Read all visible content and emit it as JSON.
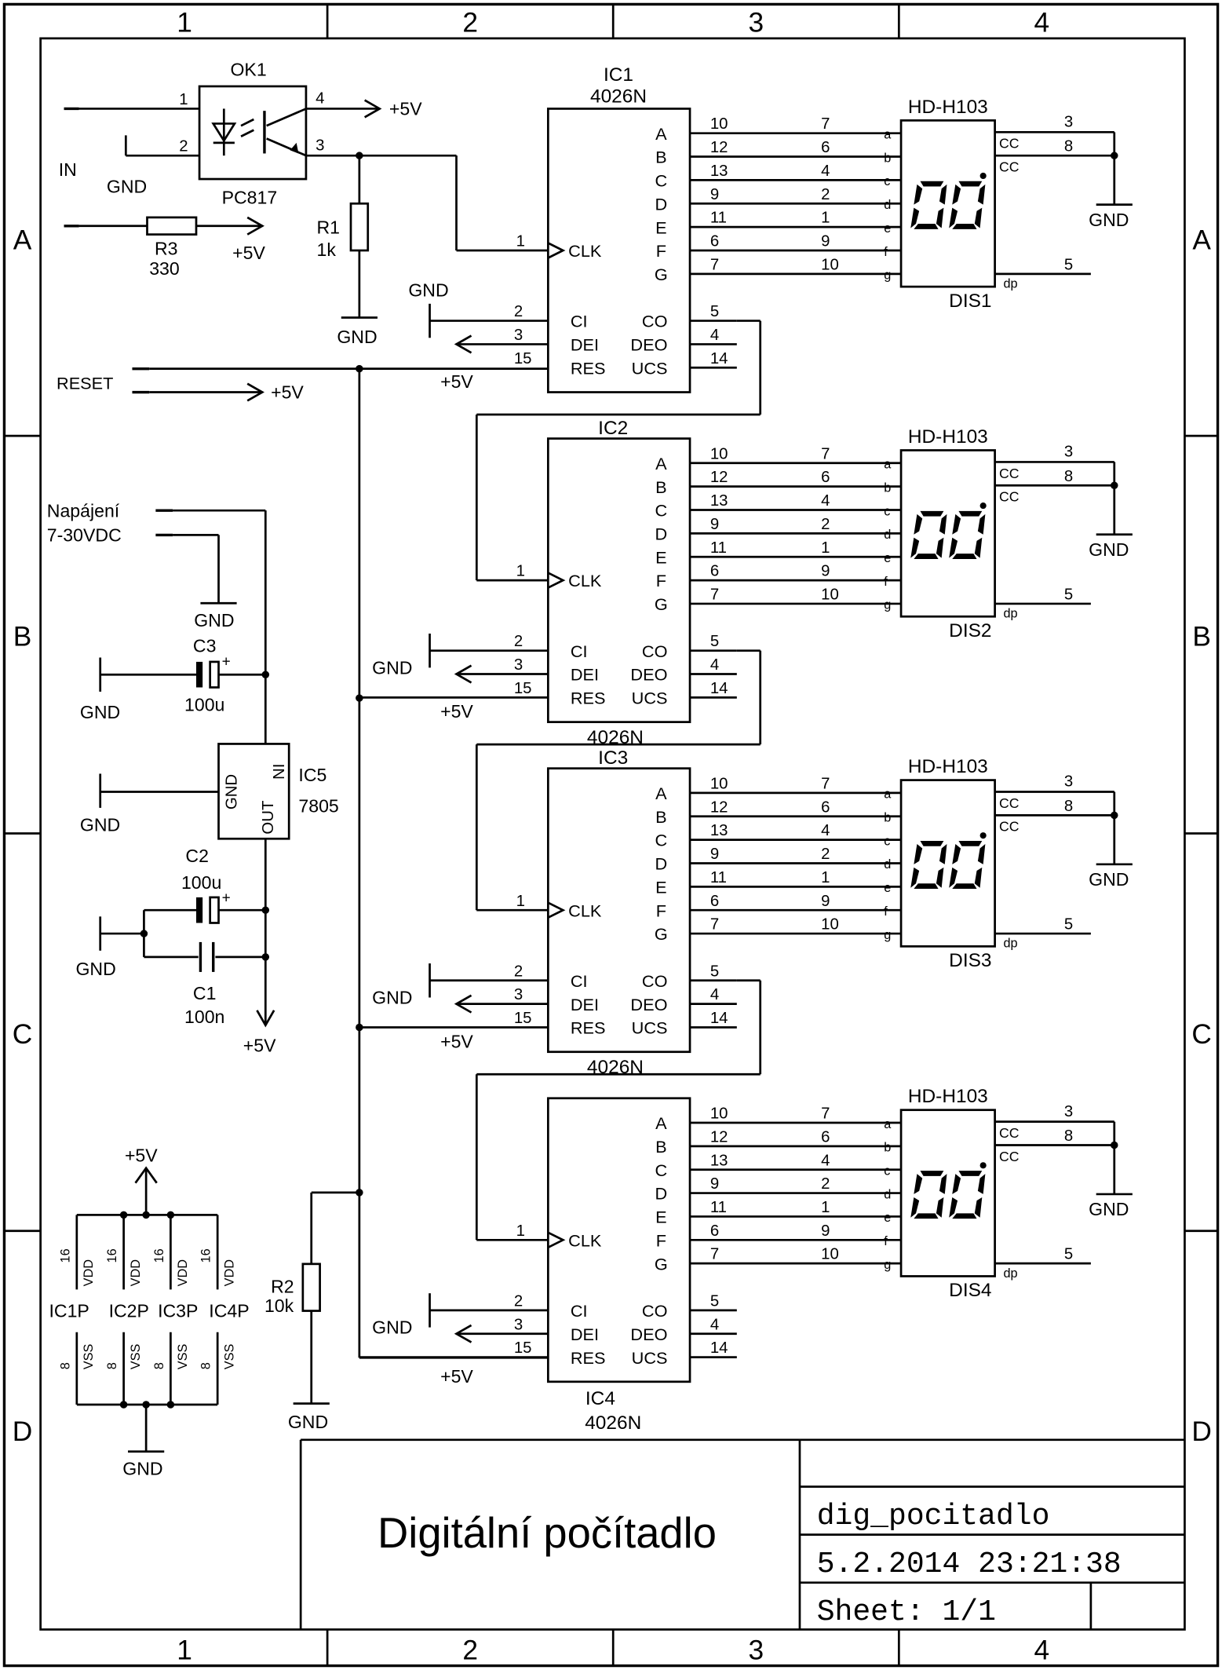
{
  "frame": {
    "columns": [
      "1",
      "2",
      "3",
      "4"
    ],
    "rows": [
      "A",
      "B",
      "C",
      "D"
    ]
  },
  "title_block": {
    "title": "Digitální počítadlo",
    "filename": "dig_pocitadlo",
    "datetime": "5.2.2014 23:21:38",
    "sheet": "Sheet: 1/1"
  },
  "optocoupler": {
    "name": "OK1",
    "part": "PC817",
    "pins": [
      "1",
      "2",
      "3",
      "4"
    ]
  },
  "input": {
    "label": "IN",
    "gnd": "GND",
    "vcc": "+5V"
  },
  "r3": {
    "name": "R3",
    "value": "330",
    "vcc": "+5V"
  },
  "r1": {
    "name": "R1",
    "value": "1k",
    "gnd": "GND"
  },
  "r2": {
    "name": "R2",
    "value": "10k",
    "gnd": "GND"
  },
  "reset": {
    "label": "RESET",
    "vcc": "+5V"
  },
  "power": {
    "label": "Napájení",
    "range": "7-30VDC",
    "gnd": "GND",
    "c3": {
      "name": "C3",
      "value": "100u",
      "gnd": "GND"
    },
    "ic5": {
      "name": "IC5",
      "part": "7805",
      "gnd_pin": "GND",
      "in_pin": "IN",
      "out_pin": "OUT",
      "gnd": "GND"
    },
    "c2": {
      "name": "C2",
      "value": "100u"
    },
    "c1": {
      "name": "C1",
      "value": "100n"
    },
    "cap_gnd": "GND",
    "out": "+5V",
    "plus": "+"
  },
  "counters": [
    {
      "name": "IC1",
      "part": "4026N",
      "name_pos": "top"
    },
    {
      "name": "IC2",
      "part": "4026N",
      "name_pos": "top-bottom-part"
    },
    {
      "name": "IC3",
      "part": "4026N",
      "name_pos": "top-bottom-part"
    },
    {
      "name": "IC4",
      "part": "4026N",
      "name_pos": "bottom"
    }
  ],
  "counter_pins": {
    "outputs": [
      "A",
      "B",
      "C",
      "D",
      "E",
      "F",
      "G"
    ],
    "output_nums": [
      "10",
      "12",
      "13",
      "9",
      "11",
      "6",
      "7"
    ],
    "clk": "CLK",
    "clk_num": "1",
    "left": [
      "CI",
      "DEI",
      "RES"
    ],
    "left_nums": [
      "2",
      "3",
      "15"
    ],
    "right": [
      "CO",
      "DEO",
      "UCS"
    ],
    "right_nums": [
      "5",
      "4",
      "14"
    ],
    "gnd": "GND",
    "vcc": "+5V"
  },
  "displays": [
    {
      "name": "DIS1",
      "part": "HD-H103"
    },
    {
      "name": "DIS2",
      "part": "HD-H103"
    },
    {
      "name": "DIS3",
      "part": "HD-H103"
    },
    {
      "name": "DIS4",
      "part": "HD-H103"
    }
  ],
  "display_pins": {
    "segments": [
      "a",
      "b",
      "c",
      "d",
      "e",
      "f",
      "g"
    ],
    "seg_nums": [
      "7",
      "6",
      "4",
      "2",
      "1",
      "9",
      "10"
    ],
    "cc": "CC",
    "cc_nums": [
      "3",
      "8"
    ],
    "dp": "dp",
    "dp_num": "5",
    "gnd": "GND"
  },
  "supply_block": {
    "vcc": "+5V",
    "parts": [
      "IC1P",
      "IC2P",
      "IC3P",
      "IC4P"
    ],
    "vdd": "VDD",
    "vdd_num": "16",
    "vss": "VSS",
    "vss_num": "8",
    "gnd": "GND"
  }
}
